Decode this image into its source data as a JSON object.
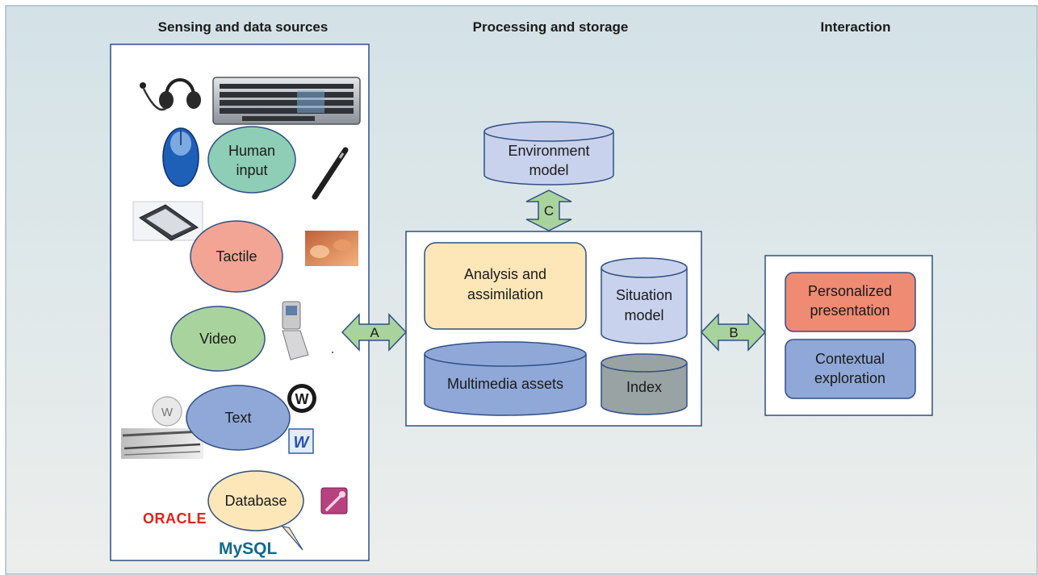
{
  "columns": {
    "sensing": "Sensing and data sources",
    "processing": "Processing and storage",
    "interaction": "Interaction"
  },
  "sources": {
    "human_input": [
      "Human",
      "input"
    ],
    "tactile": "Tactile",
    "video": "Video",
    "text": "Text",
    "database": "Database",
    "logo_oracle": "ORACLE",
    "logo_mysql": "MySQL"
  },
  "processing": {
    "environment_model": [
      "Environment",
      "model"
    ],
    "analysis": [
      "Analysis and",
      "assimilation"
    ],
    "situation_model": [
      "Situation",
      "model"
    ],
    "multimedia_assets": "Multimedia assets",
    "index": "Index"
  },
  "interaction": {
    "personalized": [
      "Personalized",
      "presentation"
    ],
    "contextual": [
      "Contextual",
      "exploration"
    ]
  },
  "arrows": {
    "a": "A",
    "b": "B",
    "c": "C"
  },
  "colors": {
    "human_input": "#8fceb6",
    "tactile": "#f2a595",
    "video": "#a9d39c",
    "text": "#8fa8d8",
    "database": "#fde7b8",
    "analysis": "#fde7b8",
    "environment_model": "#c9d2ec",
    "situation_model": "#c9d2ec",
    "multimedia_assets": "#8fa8d8",
    "index": "#9aa3a3",
    "personalized": "#ef8a73",
    "contextual": "#8fa8d8",
    "arrow_fill": "#a9d39c",
    "panel_border": "#2f4f86",
    "background_top": "#d7e4e8",
    "background_bottom": "#e9eeee"
  },
  "icons": [
    "headset-icon",
    "keyboard-icon",
    "mouse-icon",
    "pen-icon",
    "tablet-icon",
    "hands-icon",
    "phone-icon",
    "wikipedia-icon",
    "wordpress-icon",
    "word-icon",
    "newspaper-icon",
    "access-icon"
  ]
}
